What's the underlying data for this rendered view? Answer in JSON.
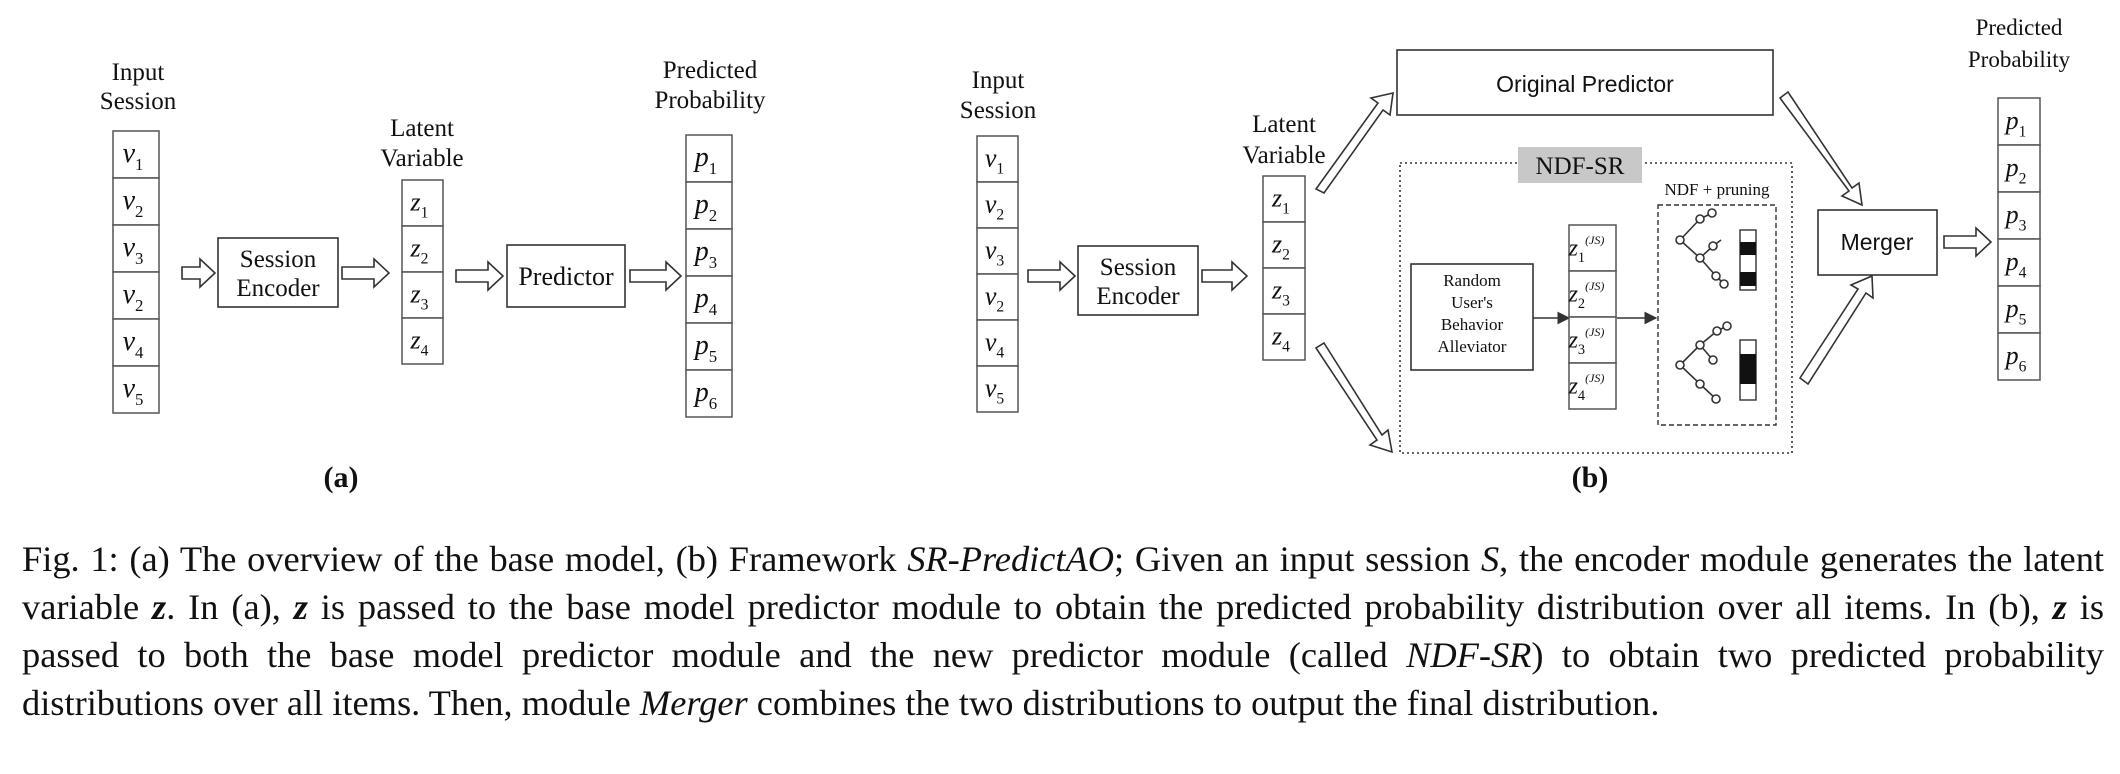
{
  "panel_a": {
    "input_label": [
      "Input",
      "Session"
    ],
    "inputs": [
      {
        "b": "v",
        "s": "1"
      },
      {
        "b": "v",
        "s": "2"
      },
      {
        "b": "v",
        "s": "3"
      },
      {
        "b": "v",
        "s": "2"
      },
      {
        "b": "v",
        "s": "4"
      },
      {
        "b": "v",
        "s": "5"
      }
    ],
    "encoder_label": [
      "Session",
      "Encoder"
    ],
    "latent_label": [
      "Latent",
      "Variable"
    ],
    "latents": [
      {
        "b": "z",
        "s": "1"
      },
      {
        "b": "z",
        "s": "2"
      },
      {
        "b": "z",
        "s": "3"
      },
      {
        "b": "z",
        "s": "4"
      }
    ],
    "predictor_label": "Predictor",
    "output_label": [
      "Predicted",
      "Probability"
    ],
    "outputs": [
      {
        "b": "p",
        "s": "1"
      },
      {
        "b": "p",
        "s": "2"
      },
      {
        "b": "p",
        "s": "3"
      },
      {
        "b": "p",
        "s": "4"
      },
      {
        "b": "p",
        "s": "5"
      },
      {
        "b": "p",
        "s": "6"
      }
    ],
    "tag": "(a)"
  },
  "panel_b": {
    "input_label": [
      "Input",
      "Session"
    ],
    "inputs": [
      {
        "b": "v",
        "s": "1"
      },
      {
        "b": "v",
        "s": "2"
      },
      {
        "b": "v",
        "s": "3"
      },
      {
        "b": "v",
        "s": "2"
      },
      {
        "b": "v",
        "s": "4"
      },
      {
        "b": "v",
        "s": "5"
      }
    ],
    "encoder_label": [
      "Session",
      "Encoder"
    ],
    "latent_label": [
      "Latent",
      "Variable"
    ],
    "latents": [
      {
        "b": "z",
        "s": "1"
      },
      {
        "b": "z",
        "s": "2"
      },
      {
        "b": "z",
        "s": "3"
      },
      {
        "b": "z",
        "s": "4"
      }
    ],
    "original_predictor": "Original Predictor",
    "ndf_title": "NDF-SR",
    "alleviator_label": [
      "Random",
      "User's",
      "Behavior",
      "Alleviator"
    ],
    "js_latents": [
      {
        "b": "z",
        "s": "1",
        "sup": "(JS)"
      },
      {
        "b": "z",
        "s": "2",
        "sup": "(JS)"
      },
      {
        "b": "z",
        "s": "3",
        "sup": "(JS)"
      },
      {
        "b": "z",
        "s": "4",
        "sup": "(JS)"
      }
    ],
    "ndf_label": "NDF + pruning",
    "merger_label": "Merger",
    "output_label": [
      "Predicted",
      "Probability"
    ],
    "outputs": [
      {
        "b": "p",
        "s": "1"
      },
      {
        "b": "p",
        "s": "2"
      },
      {
        "b": "p",
        "s": "3"
      },
      {
        "b": "p",
        "s": "4"
      },
      {
        "b": "p",
        "s": "5"
      },
      {
        "b": "p",
        "s": "6"
      }
    ],
    "tag": "(b)"
  },
  "caption": {
    "p1": "Fig. 1: (a) The overview of the base model, (b) Framework ",
    "e1": "SR-PredictAO",
    "p2": "; Given an input session ",
    "e2": "S",
    "p3": ", the encoder module generates the latent variable ",
    "e3": "z",
    "p4": ". In (a), ",
    "e4": "z",
    "p5": " is passed to the base model predictor module to obtain the predicted probability distribution over all items. In (b), ",
    "e5": "z",
    "p6": " is passed to both the base model predictor module and the new predictor module (called ",
    "e6": "NDF-SR",
    "p7": ") to obtain two predicted probability distributions over all items. Then, module ",
    "e7": "Merger",
    "p8": " combines the two distributions to output the final distribution."
  }
}
